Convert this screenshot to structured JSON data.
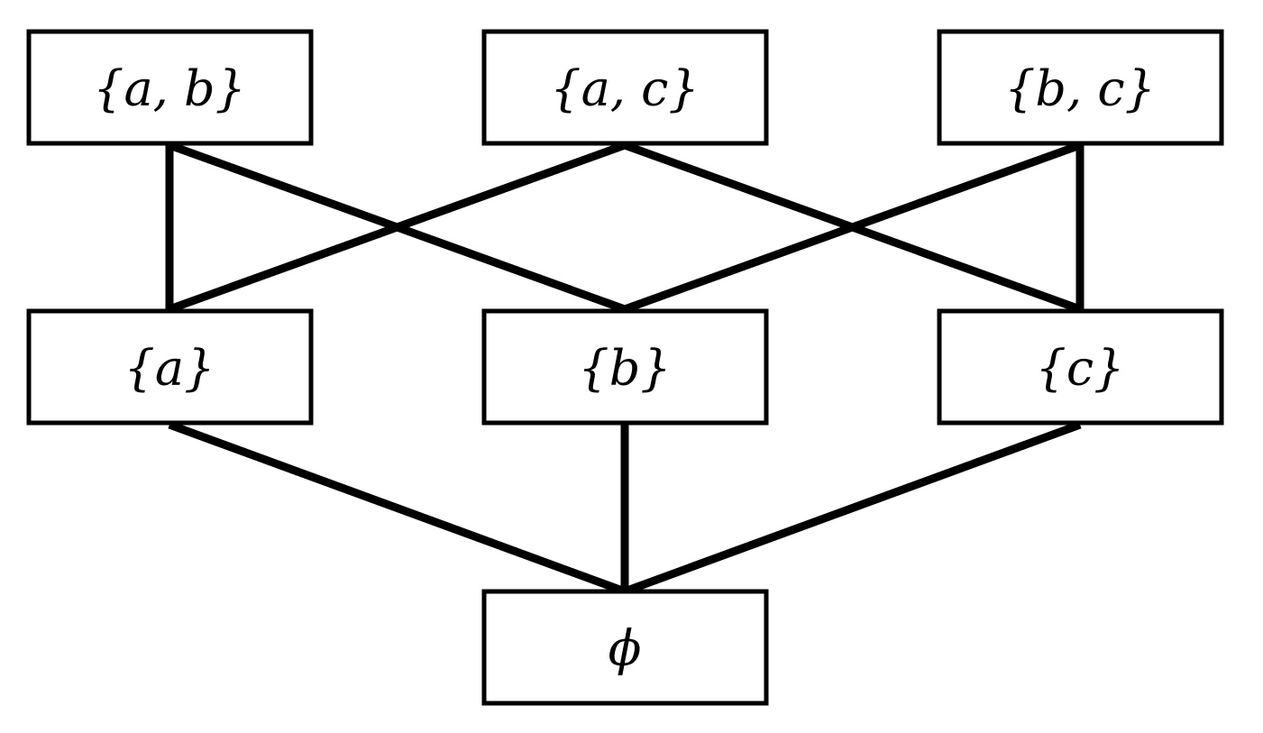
{
  "diagram": {
    "nodes": [
      {
        "id": "ab",
        "label": "{a, b}"
      },
      {
        "id": "ac",
        "label": "{a, c}"
      },
      {
        "id": "bc",
        "label": "{b, c}"
      },
      {
        "id": "a",
        "label": "{a}"
      },
      {
        "id": "b",
        "label": "{b}"
      },
      {
        "id": "c",
        "label": "{c}"
      },
      {
        "id": "empty",
        "label": "ϕ"
      }
    ],
    "edges": [
      {
        "from": "ab",
        "to": "a"
      },
      {
        "from": "ab",
        "to": "b"
      },
      {
        "from": "ac",
        "to": "a"
      },
      {
        "from": "ac",
        "to": "c"
      },
      {
        "from": "bc",
        "to": "b"
      },
      {
        "from": "bc",
        "to": "c"
      },
      {
        "from": "a",
        "to": "empty"
      },
      {
        "from": "b",
        "to": "empty"
      },
      {
        "from": "c",
        "to": "empty"
      }
    ]
  }
}
